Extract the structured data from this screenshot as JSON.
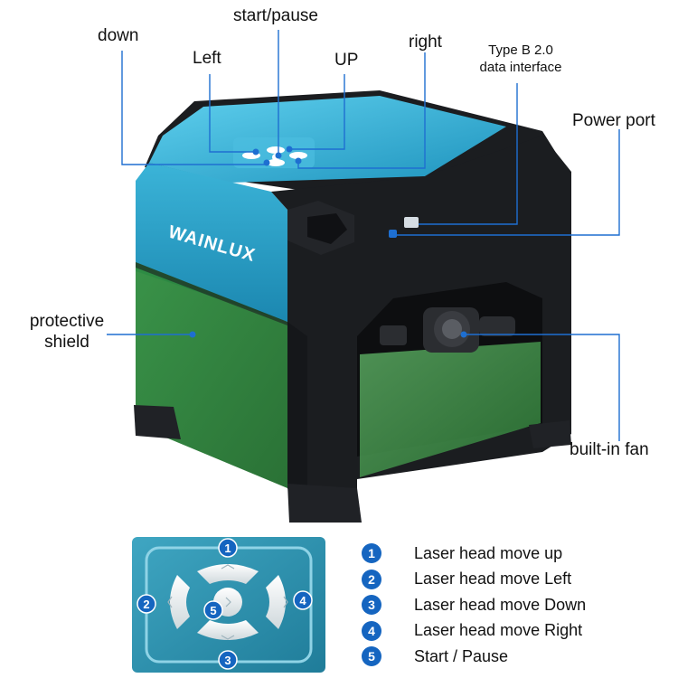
{
  "callouts": {
    "down": "down",
    "start_pause": "start/pause",
    "left": "Left",
    "up": "UP",
    "right": "right",
    "usb_line1": "Type B 2.0",
    "usb_line2": "data interface",
    "power_port": "Power port",
    "protective_shield_line1": "protective",
    "protective_shield_line2": "shield",
    "built_in_fan": "built-in fan"
  },
  "brand_logo": "WAINLUX",
  "keypad": {
    "numbers": [
      "1",
      "2",
      "3",
      "4",
      "5"
    ]
  },
  "legend": [
    {
      "number": "1",
      "text": "Laser head move up"
    },
    {
      "number": "2",
      "text": "Laser head move Left"
    },
    {
      "number": "3",
      "text": "Laser head move Down"
    },
    {
      "number": "4",
      "text": "Laser head move Right"
    },
    {
      "number": "5",
      "text": "Start / Pause"
    }
  ],
  "colors": {
    "panel_blue": "#2aa3c9",
    "body_black": "#1b1d20",
    "shield_green": "#2f8a3c",
    "callout_line": "#1e6fd1",
    "legend_badge": "#1565c0"
  }
}
